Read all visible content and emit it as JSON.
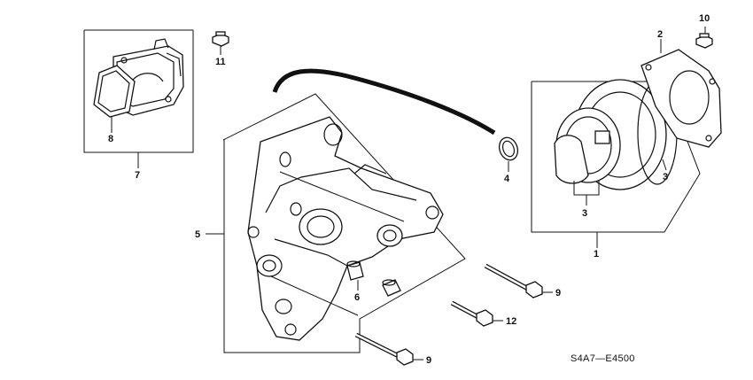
{
  "callouts": {
    "c1": "1",
    "c2": "2",
    "c3a": "3",
    "c3b": "3",
    "c4": "4",
    "c5": "5",
    "c6": "6",
    "c7": "7",
    "c8": "8",
    "c9a": "9",
    "c9b": "9",
    "c10": "10",
    "c11": "11",
    "c12": "12"
  },
  "diagram_code": "S4A7—E4500"
}
